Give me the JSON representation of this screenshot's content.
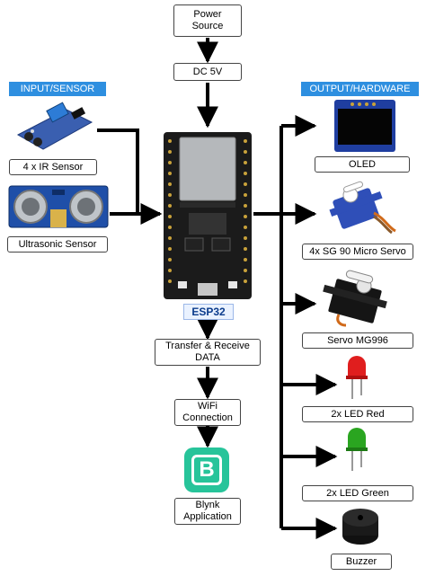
{
  "diagram": {
    "power_source": "Power\nSource",
    "dc": "DC 5V",
    "input_header": "INPUT/SENSOR",
    "output_header": "OUTPUT/HARDWARE",
    "ir_sensor": "4 x IR Sensor",
    "ultrasonic": "Ultrasonic Sensor",
    "esp32": "ESP32",
    "transfer": "Transfer & Receive\nDATA",
    "wifi": "WiFi\nConnection",
    "blynk": "Blynk\nApplication",
    "blynk_logo_letter": "B",
    "oled": "OLED",
    "sg90": "4x SG 90 Micro Servo",
    "mg996": "Servo MG996",
    "led_red": "2x LED Red",
    "led_green": "2x LED Green",
    "buzzer": "Buzzer",
    "colors": {
      "header_blue": "#2e8fe0",
      "board_black": "#1b1b1b",
      "blynk_green": "#27c49a",
      "led_red": "#e01e1e",
      "led_green": "#2aa520",
      "servo_blue": "#2f4fb8"
    }
  }
}
